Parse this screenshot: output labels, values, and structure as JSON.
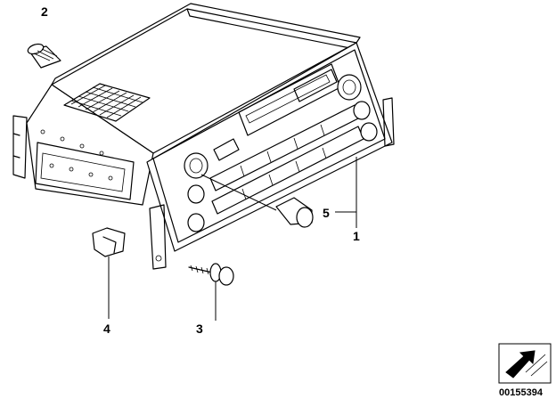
{
  "diagram": {
    "callouts": [
      {
        "id": "callout-1",
        "label": "1"
      },
      {
        "id": "callout-2",
        "label": "2"
      },
      {
        "id": "callout-3",
        "label": "3"
      },
      {
        "id": "callout-4",
        "label": "4"
      },
      {
        "id": "callout-5",
        "label": "5"
      }
    ],
    "reference_number": "00155394"
  }
}
